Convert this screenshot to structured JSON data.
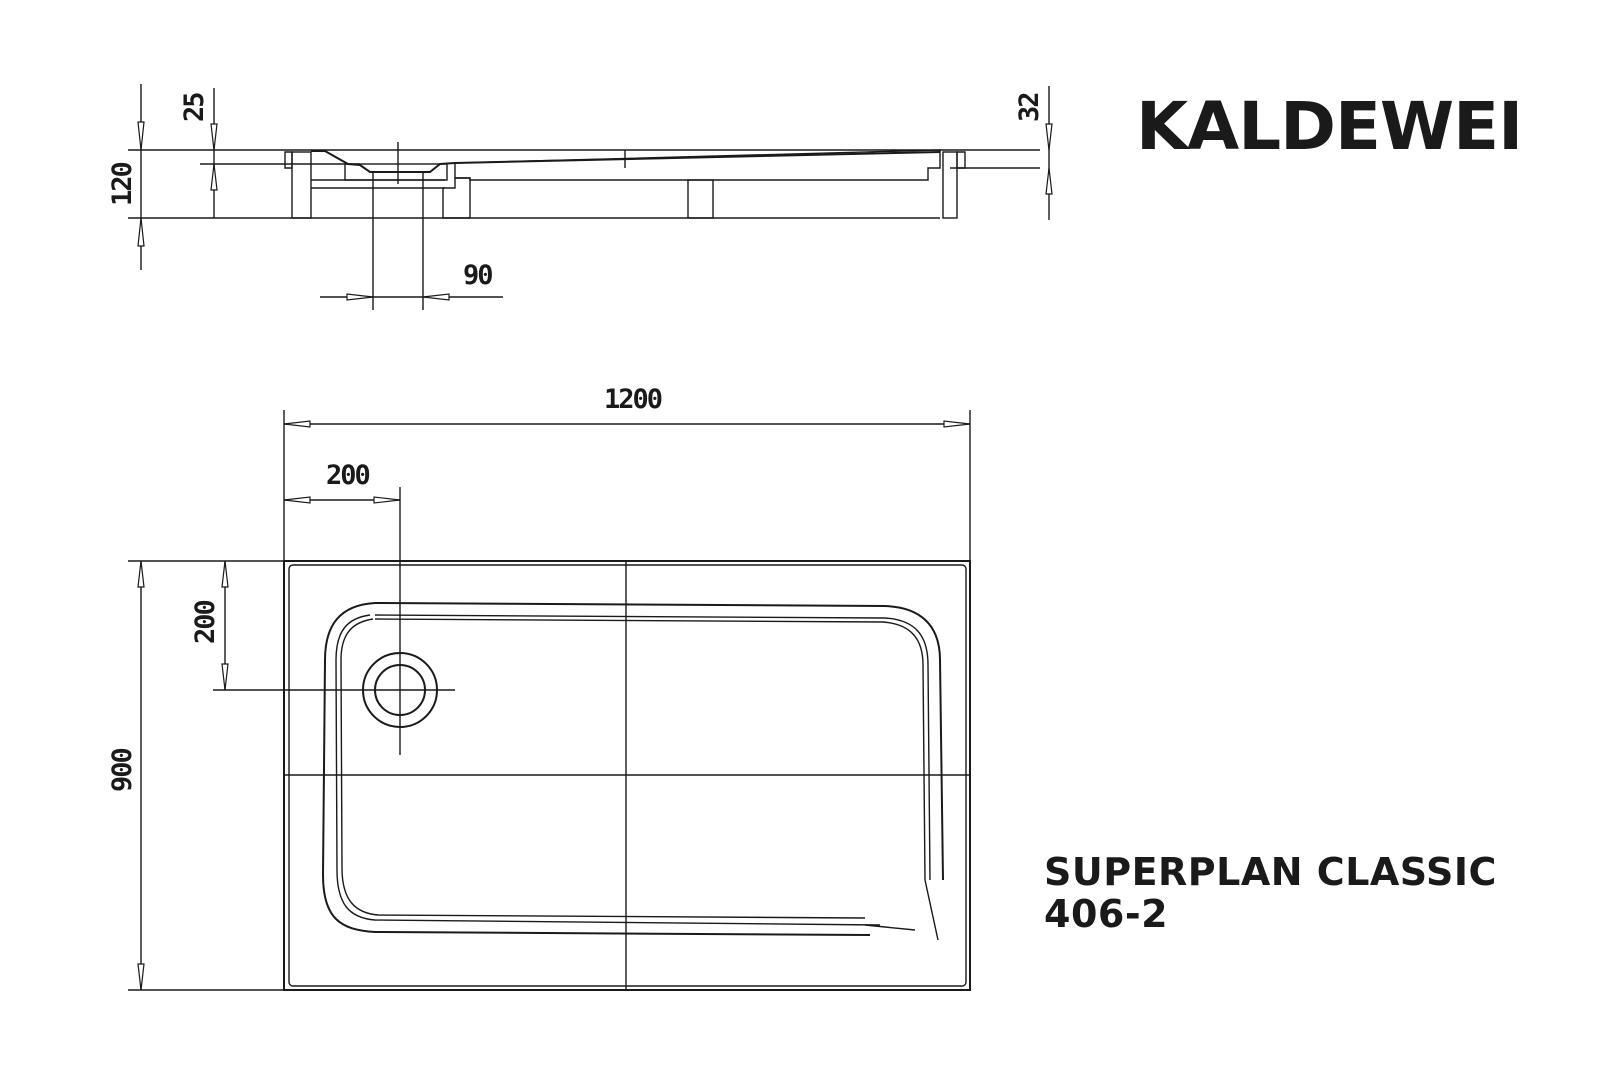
{
  "brand": {
    "logo_text": "KALDEWEI"
  },
  "product": {
    "name": "SUPERPLAN CLASSIC",
    "model_number": "406-2"
  },
  "section_view": {
    "dimensions": {
      "total_height": "120",
      "rim_depth": "25",
      "outer_rim": "32",
      "drain_diameter": "90"
    }
  },
  "plan_view": {
    "dimensions": {
      "width": "1200",
      "length": "900",
      "drain_offset_x": "200",
      "drain_offset_y": "200"
    }
  },
  "colors": {
    "line": "#1a1a1a",
    "background": "#ffffff"
  }
}
